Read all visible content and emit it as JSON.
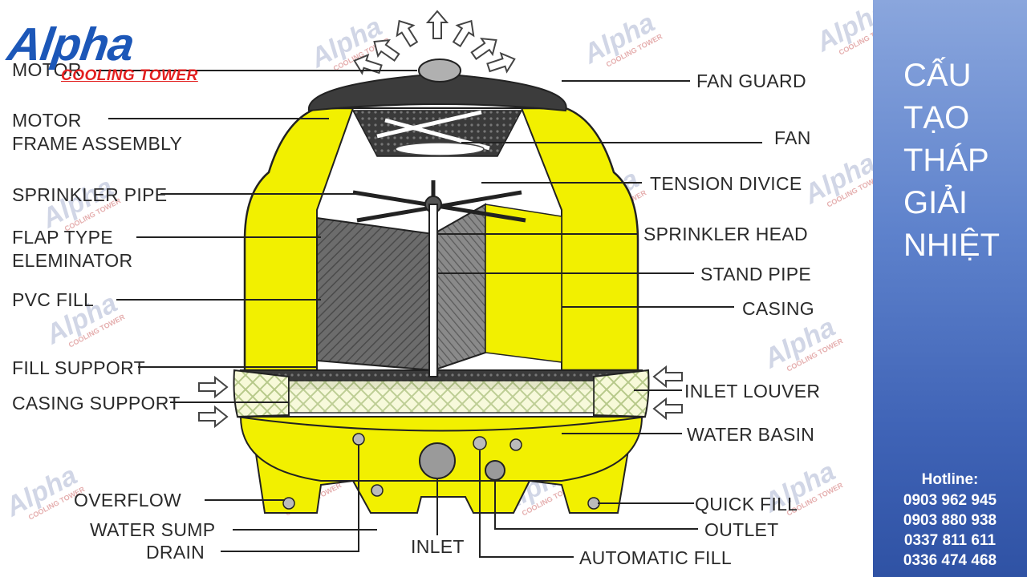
{
  "logo": {
    "main": "Alpha",
    "sub": "COOLING TOWER"
  },
  "watermark": {
    "main": "Alpha",
    "sub": "COOLING TOWER"
  },
  "labels_left": {
    "motor": "MOTOR",
    "motor_frame_1": "MOTOR",
    "motor_frame_2": "FRAME ASSEMBLY",
    "sprinkler_pipe": "SPRINKLER PIPE",
    "flap_1": "FLAP TYPE",
    "flap_2": "ELEMINATOR",
    "pvc_fill": "PVC FILL",
    "fill_support": "FILL SUPPORT",
    "casing_support": "CASING SUPPORT",
    "overflow": "OVERFLOW",
    "water_sump": "WATER SUMP",
    "drain": "DRAIN"
  },
  "labels_right": {
    "fan_guard": "FAN GUARD",
    "fan": "FAN",
    "tension": "TENSION DIVICE",
    "sprinkler_head": "SPRINKLER HEAD",
    "stand_pipe": "STAND PIPE",
    "casing": "CASING",
    "inlet_louver": "INLET LOUVER",
    "water_basin": "WATER BASIN",
    "quick_fill": "QUICK FILL",
    "outlet": "OUTLET"
  },
  "labels_bottom": {
    "inlet": "INLET",
    "automatic_fill": "AUTOMATIC FILL"
  },
  "sidebar": {
    "title_lines": [
      "CẤU",
      "TẠO",
      "THÁP",
      "GIẢI",
      "NHIỆT"
    ],
    "hotline_label": "Hotline:",
    "phones": [
      "0903 962 945",
      "0903 880 938",
      "0337 811 611",
      "0336 474 468"
    ]
  },
  "colors": {
    "yellow": "#f2f000",
    "blue_panel": "#4a6fbf",
    "label": "#2a2a2a"
  },
  "icons": [
    "up-arrow-icon",
    "right-arrow-icon",
    "left-arrow-icon"
  ]
}
